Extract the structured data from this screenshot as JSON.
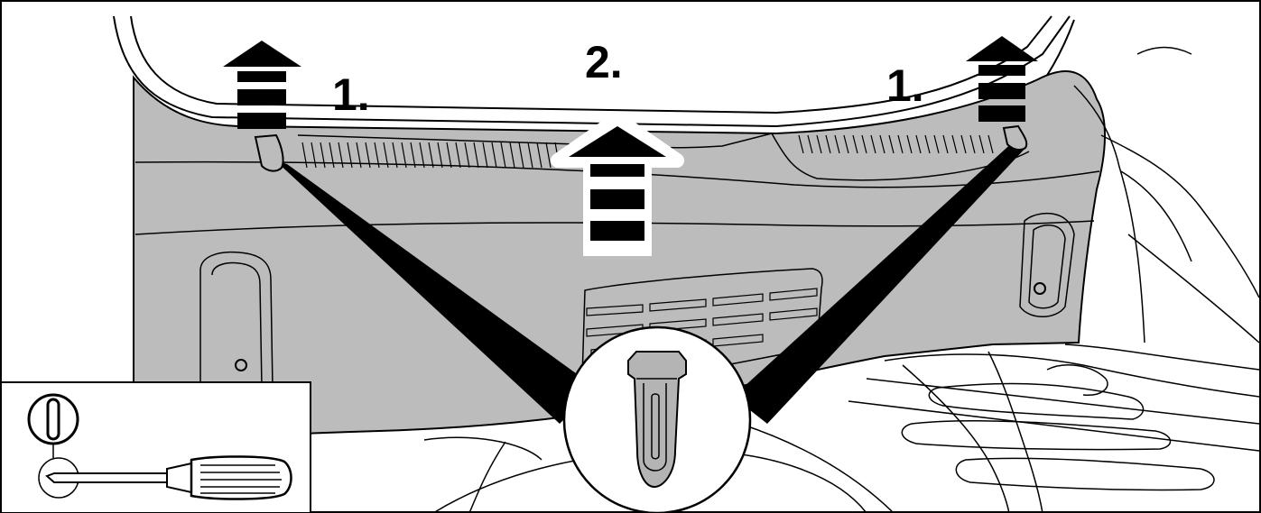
{
  "steps": {
    "left_label": "1.",
    "right_label": "1.",
    "center_label": "2."
  },
  "colors": {
    "panel_fill": "#bcbcbc",
    "outline": "#000000",
    "background": "#ffffff",
    "clip_fill": "#b4b4b4"
  },
  "inset": {
    "tool": "flat-screwdriver-icon",
    "symbol": "slotted-screw-icon"
  }
}
